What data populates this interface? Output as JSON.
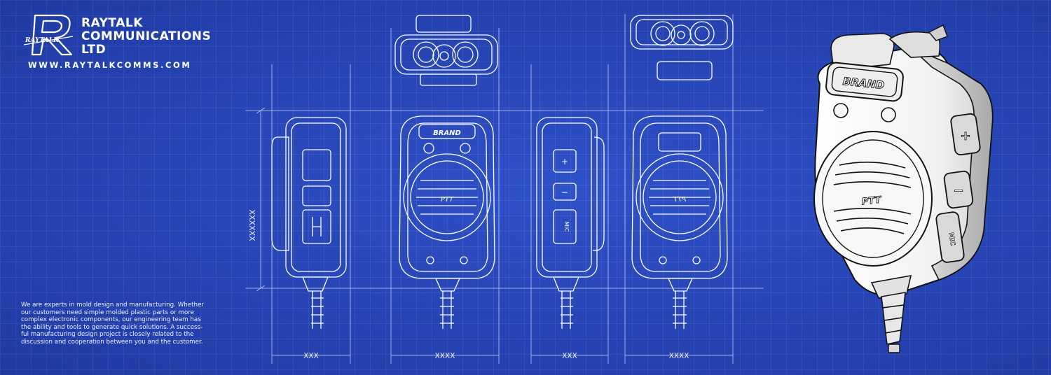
{
  "brand": {
    "logo_text": "RAYTALK",
    "company_lines": [
      "RAYTALK",
      "COMMUNICATIONS",
      "LTD"
    ],
    "website": "WWW.RAYTALKCOMMS.COM"
  },
  "blurb": {
    "lines": [
      "We are experts in mold design and manufacturing. Whether",
      "our customers need simple molded plastic parts or more",
      "complex electronic components, our engineering team has",
      "the ability and tools to generate quick solutions. A success-",
      "ful manufacturing design project is closely related to the",
      "discussion and cooperation between you and the customer."
    ]
  },
  "drawing": {
    "height_dimension": "XXXXXX",
    "width_dimensions": [
      "XXX",
      "XXXX",
      "XXX",
      "XXXX"
    ],
    "device_brand_label": "BRAND",
    "ptt_label": "PTT",
    "mic_label": "MIC",
    "plus_label": "+",
    "minus_label": "−"
  },
  "colors": {
    "background": "#2a4bbf",
    "grid": "#5b76d6",
    "line": "#ffffff",
    "device_body": "#f4f4f4"
  }
}
